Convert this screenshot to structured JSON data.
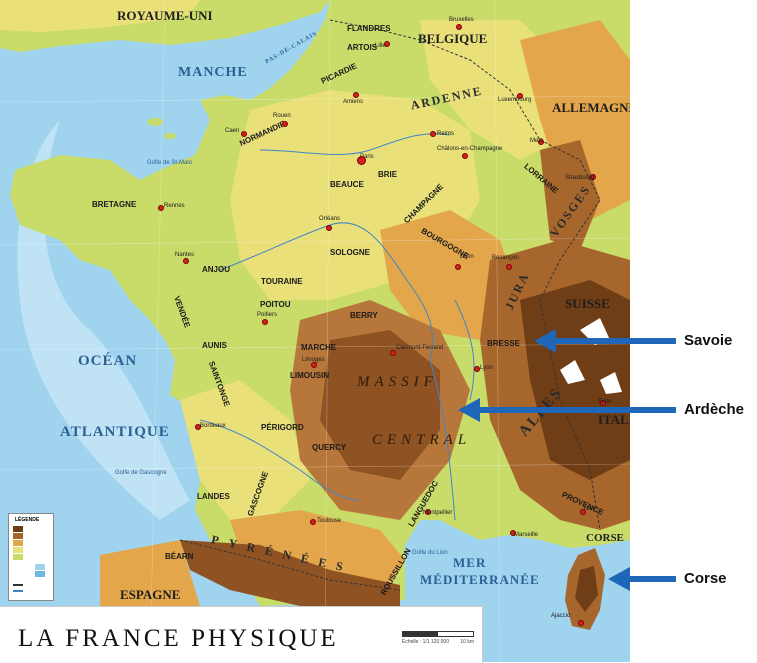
{
  "map": {
    "title": "LA FRANCE PHYSIQUE",
    "scale_text": "Échelle : 1/1 120 000",
    "scale_end": "10 km",
    "legend_title": "LÉGENDE",
    "seas": {
      "manche": "MANCHE",
      "ocean": "OCÉAN",
      "atlantique": "ATLANTIQUE",
      "mer": "MER",
      "mediterranee": "MÉDITERRANÉE",
      "pas_de_calais": "PAS-DE-CALAIS",
      "golfe_gascogne": "Golfe de Gascogne",
      "golfe_st_malo": "Golfe de St-Malo",
      "golfe_lion": "Golfe du Lion"
    },
    "countries": {
      "royaume_uni": "ROYAUME-UNI",
      "belgique": "BELGIQUE",
      "allemagne": "ALLEMAGNE",
      "suisse": "SUISSE",
      "italie": "ITALIE",
      "espagne": "ESPAGNE",
      "corse": "CORSE"
    },
    "regions": {
      "flandres": "FLANDRES",
      "artois": "ARTOIS",
      "picardie": "PICARDIE",
      "ardenne": "ARDENNE",
      "normandie": "NORMANDIE",
      "bretagne": "BRETAGNE",
      "beauce": "BEAUCE",
      "brie": "BRIE",
      "champagne": "CHAMPAGNE",
      "lorraine": "LORRAINE",
      "vosges": "VOSGES",
      "bourgogne": "BOURGOGNE",
      "sologne": "SOLOGNE",
      "anjou": "ANJOU",
      "touraine": "TOURAINE",
      "vendee": "VENDÉE",
      "poitou": "POITOU",
      "berry": "BERRY",
      "jura": "JURA",
      "aunis": "AUNIS",
      "saintonge": "SAINTONGE",
      "marche": "MARCHE",
      "limousin": "LIMOUSIN",
      "bresse": "BRESSE",
      "perigord": "PÉRIGORD",
      "quercy": "QUERCY",
      "landes": "LANDES",
      "gascogne": "GASCOGNE",
      "bearn": "BÉARN",
      "languedoc": "LANGUEDOC",
      "roussillon": "ROUSSILLON",
      "provence": "PROVENCE",
      "alpes": "ALPES",
      "pyrenees": "PYRÉNÉES",
      "massif": "MASSIF",
      "central": "CENTRAL"
    },
    "cities": {
      "amiens": "Amiens",
      "rouen": "Rouen",
      "caen": "Caen",
      "paris": "Paris",
      "reims": "Reims",
      "chalons": "Châlons-en-Champagne",
      "metz": "Metz",
      "strasbourg": "Strasbourg",
      "luxembourg": "Luxembourg",
      "bruxelles": "Bruxelles",
      "lille": "Lille",
      "rennes": "Rennes",
      "orleans": "Orléans",
      "nantes": "Nantes",
      "dijon": "Dijon",
      "besancon": "Besançon",
      "poitiers": "Poitiers",
      "limoges": "Limoges",
      "clermont": "Clermont-Ferrand",
      "lyon": "Lyon",
      "bordeaux": "Bordeaux",
      "toulouse": "Toulouse",
      "montpellier": "Montpellier",
      "marseille": "Marseille",
      "nice": "Nice",
      "turin": "Turin",
      "ajaccio": "Ajaccio"
    }
  },
  "annotations": {
    "savoie": "Savoie",
    "ardeche": "Ardèche",
    "corse": "Corse"
  },
  "colors": {
    "arrow": "#1e66b8",
    "sea": "#9fd3ee",
    "lowland": "#c9dc6a",
    "plain": "#e9e07a",
    "hill": "#e3a64a",
    "mountain": "#a7672c",
    "peak": "#6f3d16",
    "city": "#d62020"
  }
}
